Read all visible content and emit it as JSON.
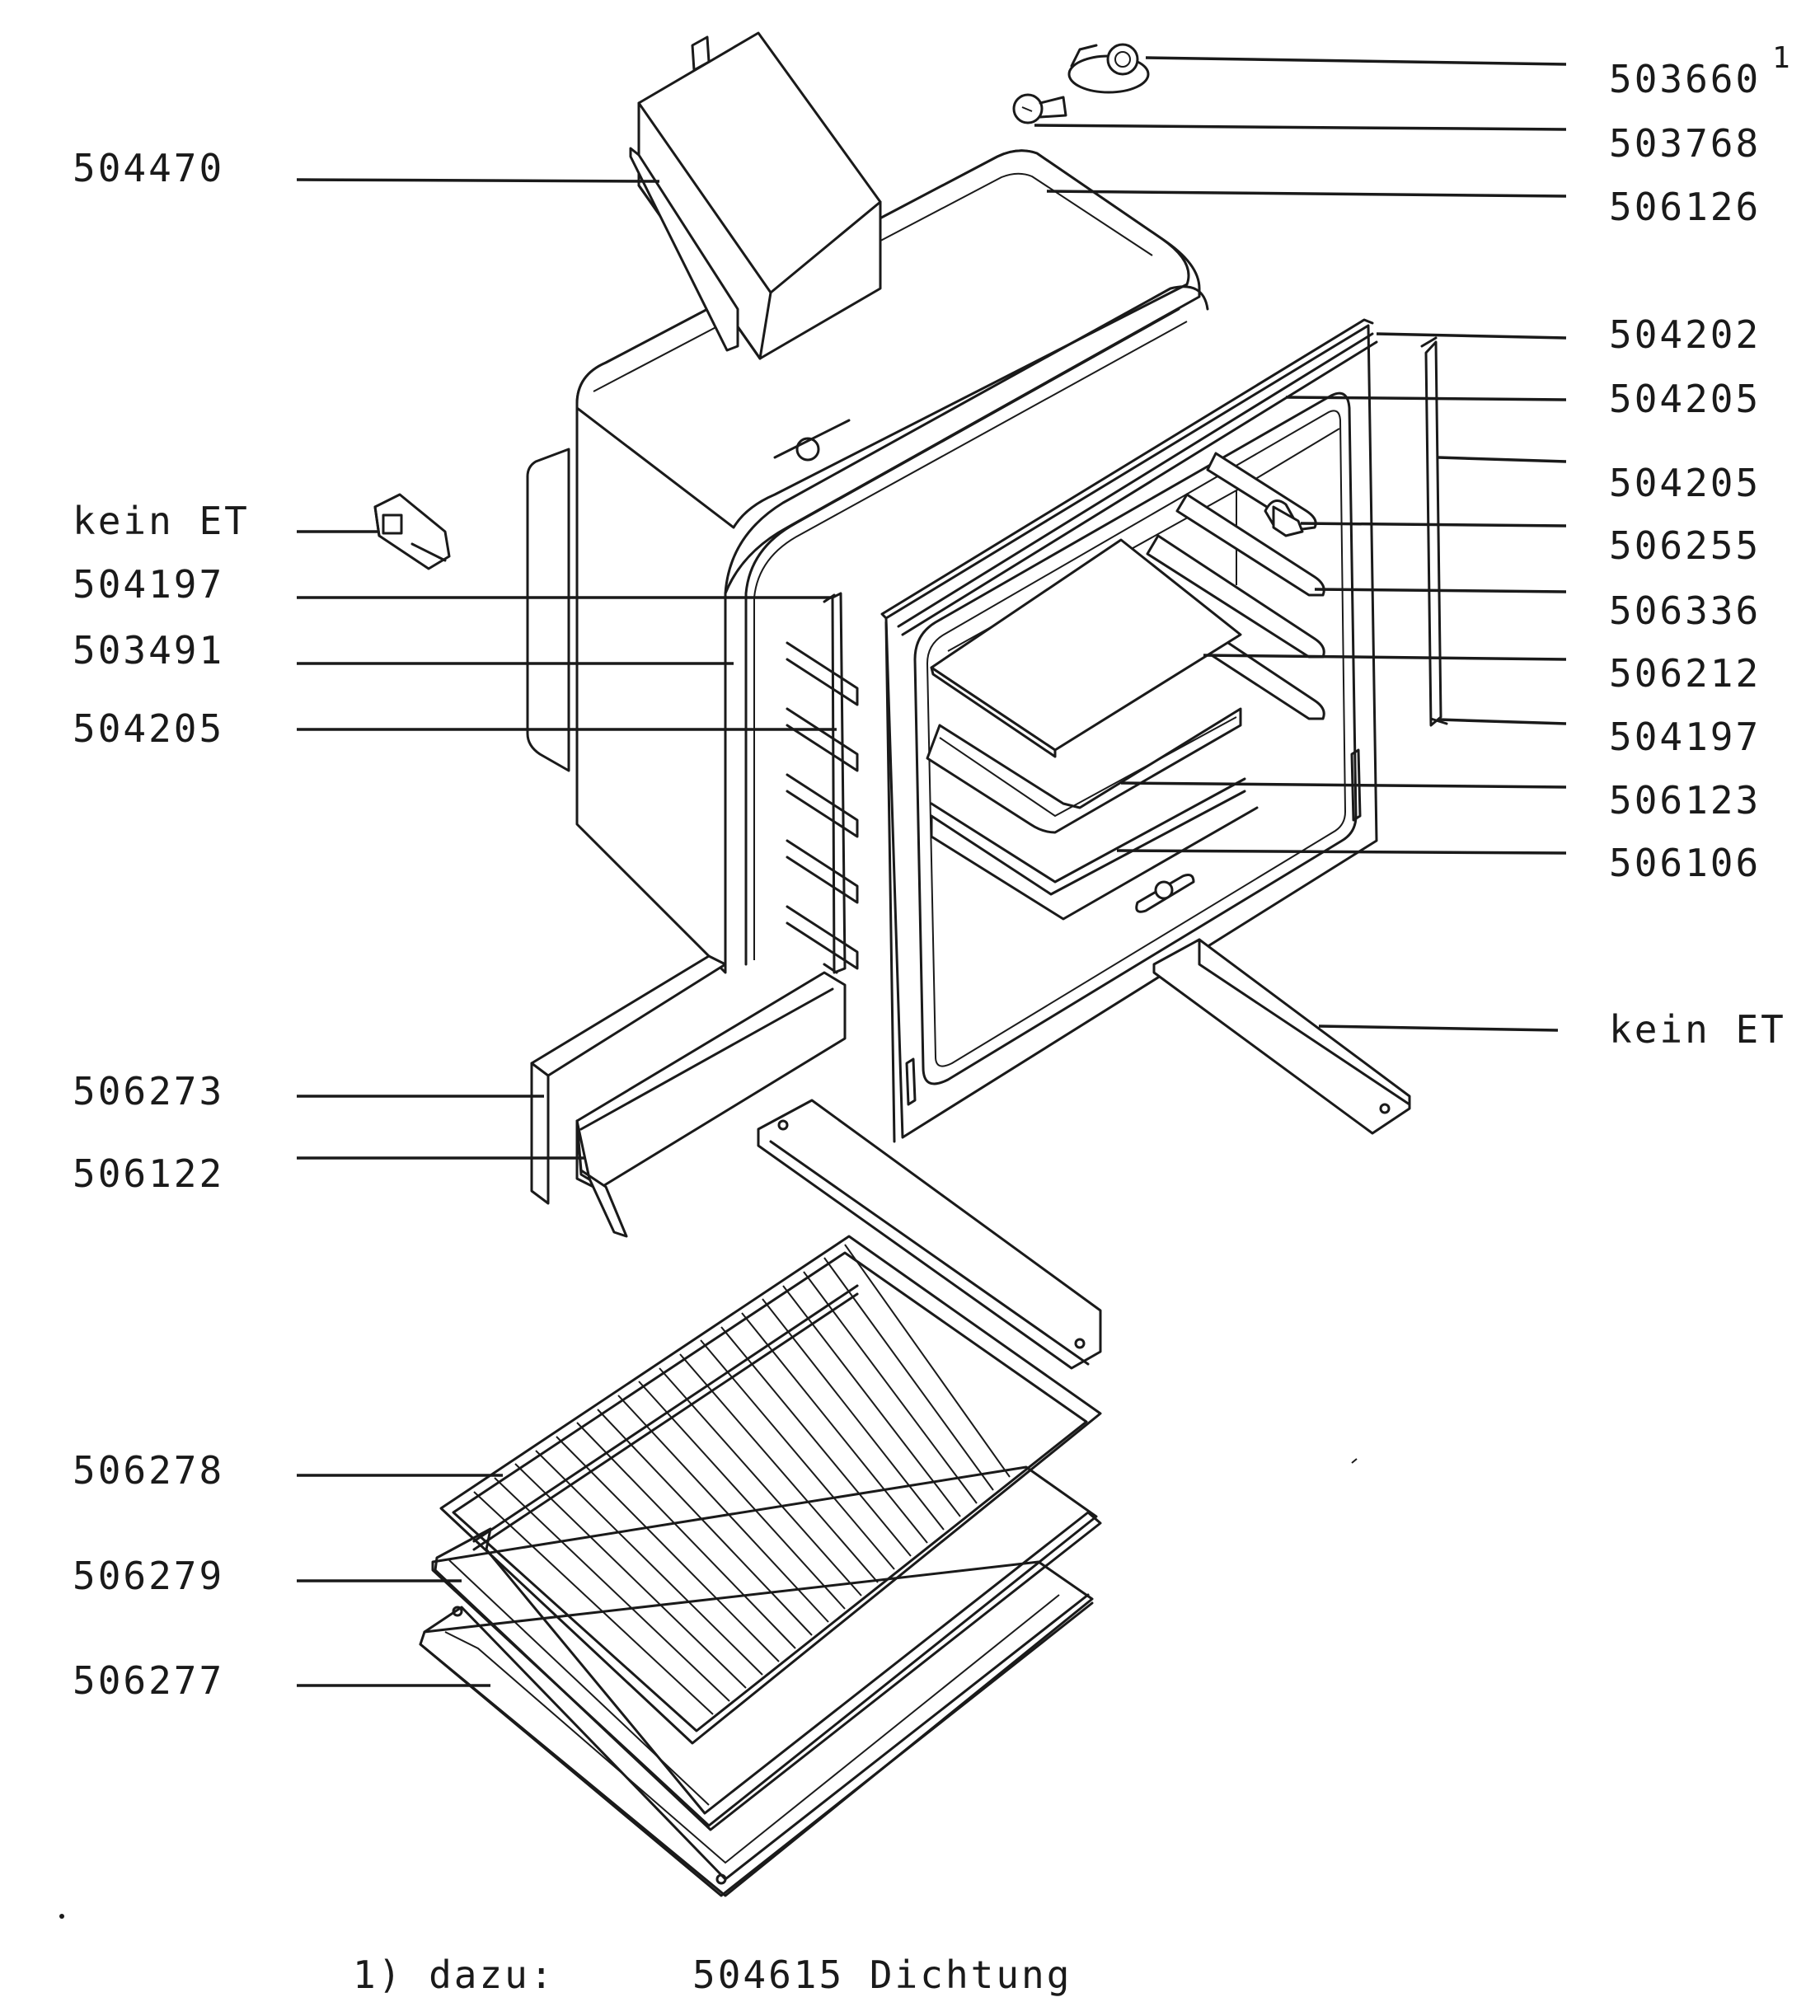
{
  "labels": {
    "l_504470": "504470",
    "l_kein_et_left": "kein ET",
    "l_504197_left": "504197",
    "l_503491": "503491",
    "l_504205_left": "504205",
    "l_506273": "506273",
    "l_506122": "506122",
    "l_506278": "506278",
    "l_506279": "506279",
    "l_506277": "506277",
    "r_503660": "503660",
    "r_503660_sup": "1",
    "r_503768": "503768",
    "r_506126": "506126",
    "r_504202": "504202",
    "r_504205_a": "504205",
    "r_504205_b": "504205",
    "r_506255": "506255",
    "r_506336": "506336",
    "r_506212": "506212",
    "r_504197": "504197",
    "r_506123": "506123",
    "r_506106": "506106",
    "r_kein_et": "kein ET"
  },
  "footnote": {
    "marker": "1) dazu:",
    "text": "504615 Dichtung"
  }
}
